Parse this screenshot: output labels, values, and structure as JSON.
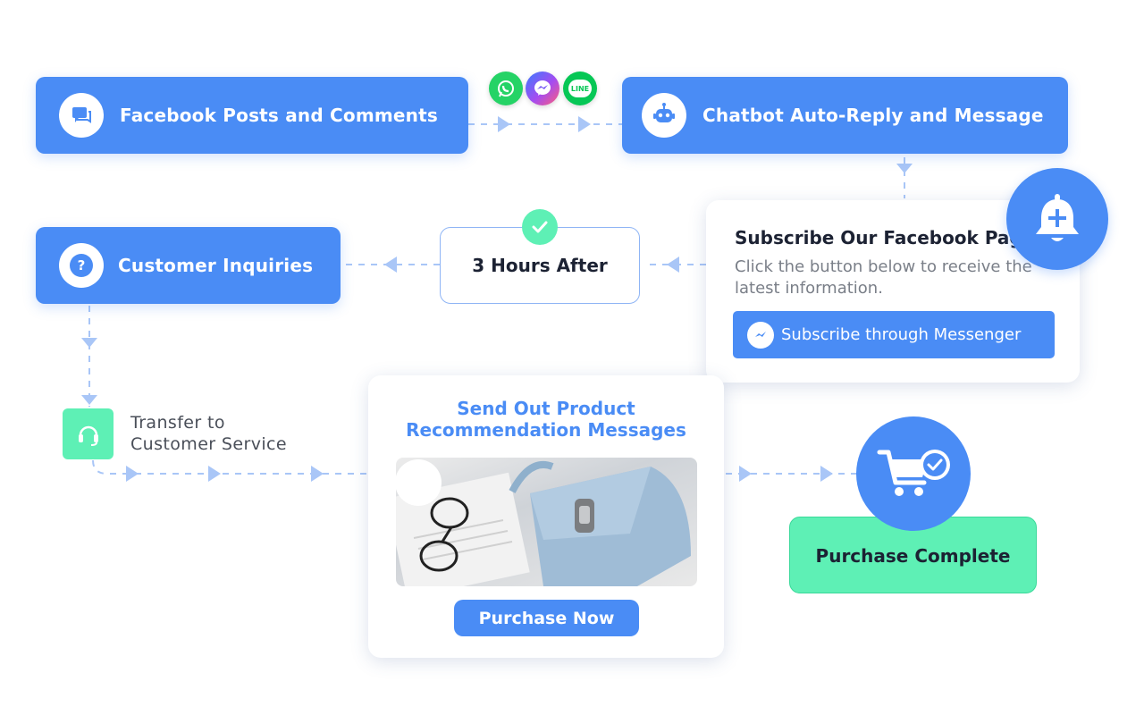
{
  "nodes": {
    "facebook_posts": {
      "label": "Facebook Posts and Comments"
    },
    "chatbot": {
      "label": "Chatbot Auto-Reply and Message"
    },
    "customer_inquiries": {
      "label": "Customer Inquiries"
    },
    "hours_after": {
      "label": "3 Hours After"
    },
    "subscribe": {
      "title": "Subscribe Our Facebook Page",
      "description": "Click the button below to receive the latest information.",
      "button_label": "Subscribe through Messenger"
    },
    "transfer": {
      "line1": "Transfer to",
      "line2": "Customer Service"
    },
    "product_messages": {
      "title_line1": "Send Out Product",
      "title_line2": "Recommendation Messages",
      "button_label": "Purchase Now"
    },
    "purchase_complete": {
      "label": "Purchase Complete"
    }
  },
  "social_icons": [
    "whatsapp-icon",
    "messenger-icon",
    "line-icon"
  ],
  "social_line_label": "LINE",
  "colors": {
    "primary_blue": "#4a8cf5",
    "green": "#5ef0b5",
    "whatsapp": "#25d366",
    "line": "#06c755",
    "connector": "#a9c6f7",
    "text_dark": "#1c2233"
  }
}
